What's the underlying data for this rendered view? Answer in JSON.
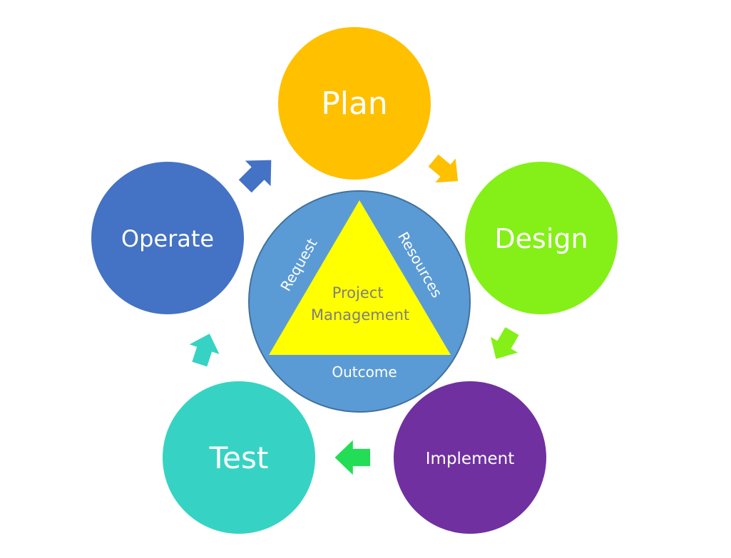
{
  "stages": {
    "plan": {
      "label": "Plan",
      "color": "#FFC000"
    },
    "design": {
      "label": "Design",
      "color": "#84F017"
    },
    "implement": {
      "label": "Implement",
      "color": "#7030A0"
    },
    "test": {
      "label": "Test",
      "color": "#36D3C4"
    },
    "operate": {
      "label": "Operate",
      "color": "#4472C4"
    }
  },
  "center": {
    "circle_color": "#5B9BD5",
    "triangle_color": "#FFFF00",
    "title": "Project Management",
    "title_line1": "Project",
    "title_line2": "Management",
    "left_label": "Request",
    "right_label": "Resources",
    "bottom_label": "Outcome"
  },
  "arrows": {
    "operate_to_plan": {
      "color": "#4472C4"
    },
    "plan_to_design": {
      "color": "#FFC000"
    },
    "design_to_implement": {
      "color": "#84F017"
    },
    "implement_to_test": {
      "color": "#22DD55"
    },
    "test_to_operate": {
      "color": "#36D3C4"
    }
  }
}
